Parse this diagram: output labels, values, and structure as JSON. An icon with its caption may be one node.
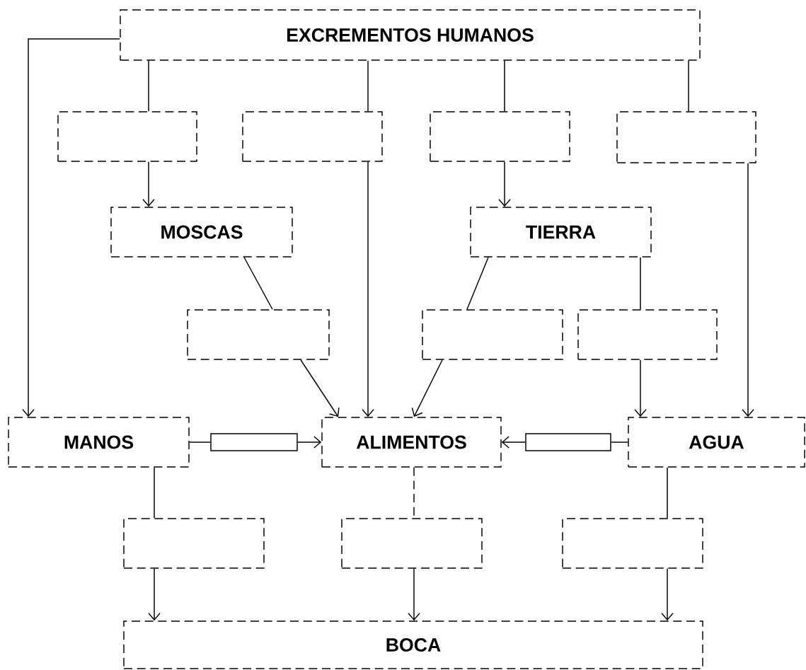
{
  "diagram": {
    "nodes": [
      {
        "text": [
          "EXCREMENTOS HUMANOS"
        ]
      },
      {
        "text": [],
        "shape": "box"
      },
      {
        "text": [],
        "shape": "box"
      },
      {
        "text": [],
        "shape": "box"
      },
      {
        "text": [],
        "shape": "box"
      },
      {
        "text": [
          "MOSCAS"
        ]
      },
      {
        "text": [
          "TIERRA"
        ]
      },
      {
        "text": [],
        "shape": "box"
      },
      {
        "text": [],
        "shape": "box"
      },
      {
        "text": [],
        "shape": "box"
      },
      {
        "text": [
          "MANOS"
        ]
      },
      {
        "text": [],
        "shape": "box"
      },
      {
        "text": [
          "ALIMENTOS"
        ]
      },
      {
        "text": [],
        "shape": "box"
      },
      {
        "text": [
          "AGUA"
        ]
      },
      {
        "text": [],
        "shape": "box"
      },
      {
        "text": [],
        "shape": "box"
      },
      {
        "text": [],
        "shape": "box"
      },
      {
        "text": [
          "BOCA"
        ]
      }
    ],
    "edges": [
      {
        "from": 0,
        "to": 10,
        "arrow": "to"
      },
      {
        "from": 0,
        "to": 1,
        "arrow": "none"
      },
      {
        "from": 1,
        "to": 5,
        "arrow": "to"
      },
      {
        "from": 0,
        "to": 2,
        "arrow": "none"
      },
      {
        "from": 2,
        "to": 12,
        "arrow": "to"
      },
      {
        "from": 0,
        "to": 3,
        "arrow": "none"
      },
      {
        "from": 3,
        "to": 6,
        "arrow": "to"
      },
      {
        "from": 0,
        "to": 4,
        "arrow": "none"
      },
      {
        "from": 4,
        "to": 14,
        "arrow": "to"
      },
      {
        "from": 5,
        "to": 7,
        "arrow": "none"
      },
      {
        "from": 7,
        "to": 12,
        "arrow": "to"
      },
      {
        "from": 6,
        "to": 8,
        "arrow": "none"
      },
      {
        "from": 8,
        "to": 12,
        "arrow": "to"
      },
      {
        "from": 6,
        "to": 9,
        "arrow": "none"
      },
      {
        "from": 9,
        "to": 14,
        "arrow": "to"
      },
      {
        "from": 10,
        "to": 11,
        "arrow": "none"
      },
      {
        "from": 11,
        "to": 12,
        "arrow": "to"
      },
      {
        "from": 14,
        "to": 13,
        "arrow": "none"
      },
      {
        "from": 13,
        "to": 12,
        "arrow": "to"
      },
      {
        "from": 10,
        "to": 15,
        "arrow": "none"
      },
      {
        "from": 15,
        "to": 18,
        "arrow": "to"
      },
      {
        "from": 12,
        "to": 16,
        "arrow": "none",
        "style": "dashed"
      },
      {
        "from": 16,
        "to": 18,
        "arrow": "to"
      },
      {
        "from": 14,
        "to": 17,
        "arrow": "none"
      },
      {
        "from": 17,
        "to": 18,
        "arrow": "to"
      }
    ]
  }
}
